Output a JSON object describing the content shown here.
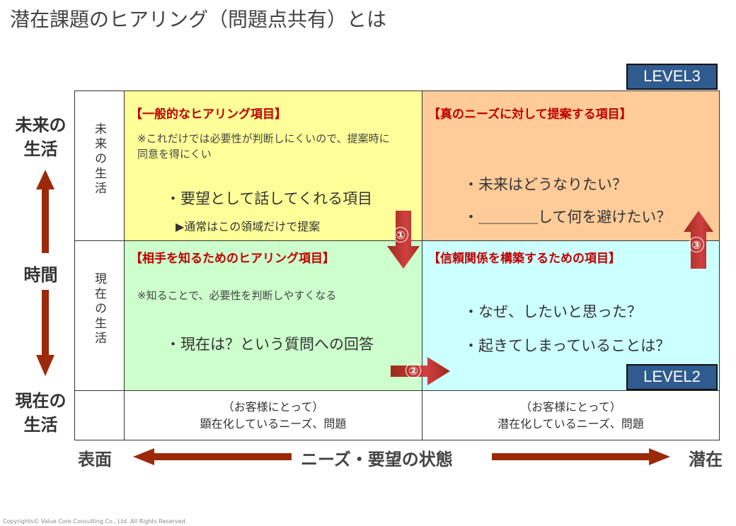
{
  "title": "潜在課題のヒアリング（問題点共有）とは",
  "levels": {
    "level3": "LEVEL3",
    "level2": "LEVEL2"
  },
  "left_axis": {
    "top": "未来の生活",
    "middle": "時間",
    "bottom": "現在の生活"
  },
  "row_labels": {
    "future": "未来の生活",
    "present": "現在の生活"
  },
  "quadrants": {
    "top_left": {
      "heading": "【一般的なヒアリング項目】",
      "note": "※これだけでは必要性が判断しにくいので、提案時に同意を得にくい",
      "item": "・要望として話してくれる項目",
      "sub": "▶通常はこの領域だけで提案"
    },
    "top_right": {
      "heading": "【真のニーズに対して提案する項目】",
      "items": [
        "・未来はどうなりたい？",
        "・＿＿＿＿して何を避けたい？"
      ]
    },
    "bottom_left": {
      "heading": "【相手を知るためのヒアリング項目】",
      "note": "※知ることで、必要性を判断しやすくなる",
      "item": "・現在は？という質問への回答"
    },
    "bottom_right": {
      "heading": "【信頼関係を構築するための項目】",
      "items": [
        "・なぜ、したいと思った？",
        "・起きてしまっていることは？"
      ]
    }
  },
  "bottom_row": {
    "left": [
      "（お客様にとって）",
      "顕在化しているニーズ、問題"
    ],
    "right": [
      "（お客様にとって）",
      "潜在化しているニーズ、問題"
    ]
  },
  "steps": [
    "①",
    "②",
    "③"
  ],
  "bottom_axis": {
    "left": "表面",
    "center": "ニーズ・要望の状態",
    "right": "潜在"
  },
  "copyright": "Copyrights© Value Core Consulting Co., Ltd.  All Rights Reserved.",
  "colors": {
    "yellow": "#ffff99",
    "orange": "#ffcc99",
    "green": "#ccffcc",
    "cyan": "#ccffff",
    "arrow": "#a0320f",
    "badge": "#2f5b8e"
  }
}
